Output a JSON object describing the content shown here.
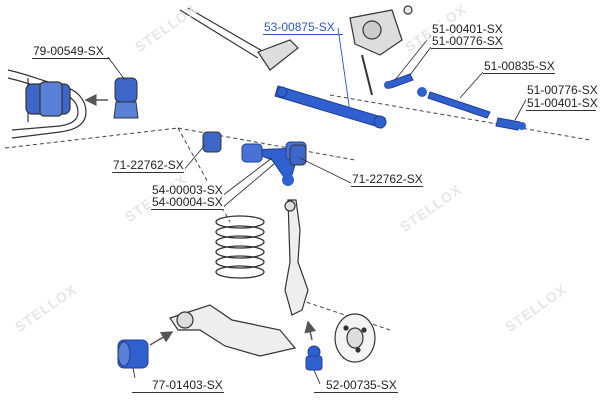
{
  "watermark": "STELLOX",
  "accent_color": "#2b58c8",
  "part_color": "#3060d0",
  "labels": {
    "tie_rod_assembly": "53-00875-SX",
    "stabilizer_bushing": "79-00549-SX",
    "tie_rod_end_a1": "51-00401-SX",
    "tie_rod_end_a2": "51-00776-SX",
    "center_rod": "51-00835-SX",
    "tie_rod_end_b1": "51-00776-SX",
    "tie_rod_end_b2": "51-00401-SX",
    "upper_arm_bushing_left": "71-22762-SX",
    "upper_arm_1": "54-00003-SX",
    "upper_arm_2": "54-00004-SX",
    "upper_arm_bushing_right": "71-22762-SX",
    "lower_arm_bushing": "77-01403-SX",
    "ball_joint": "52-00735-SX"
  }
}
